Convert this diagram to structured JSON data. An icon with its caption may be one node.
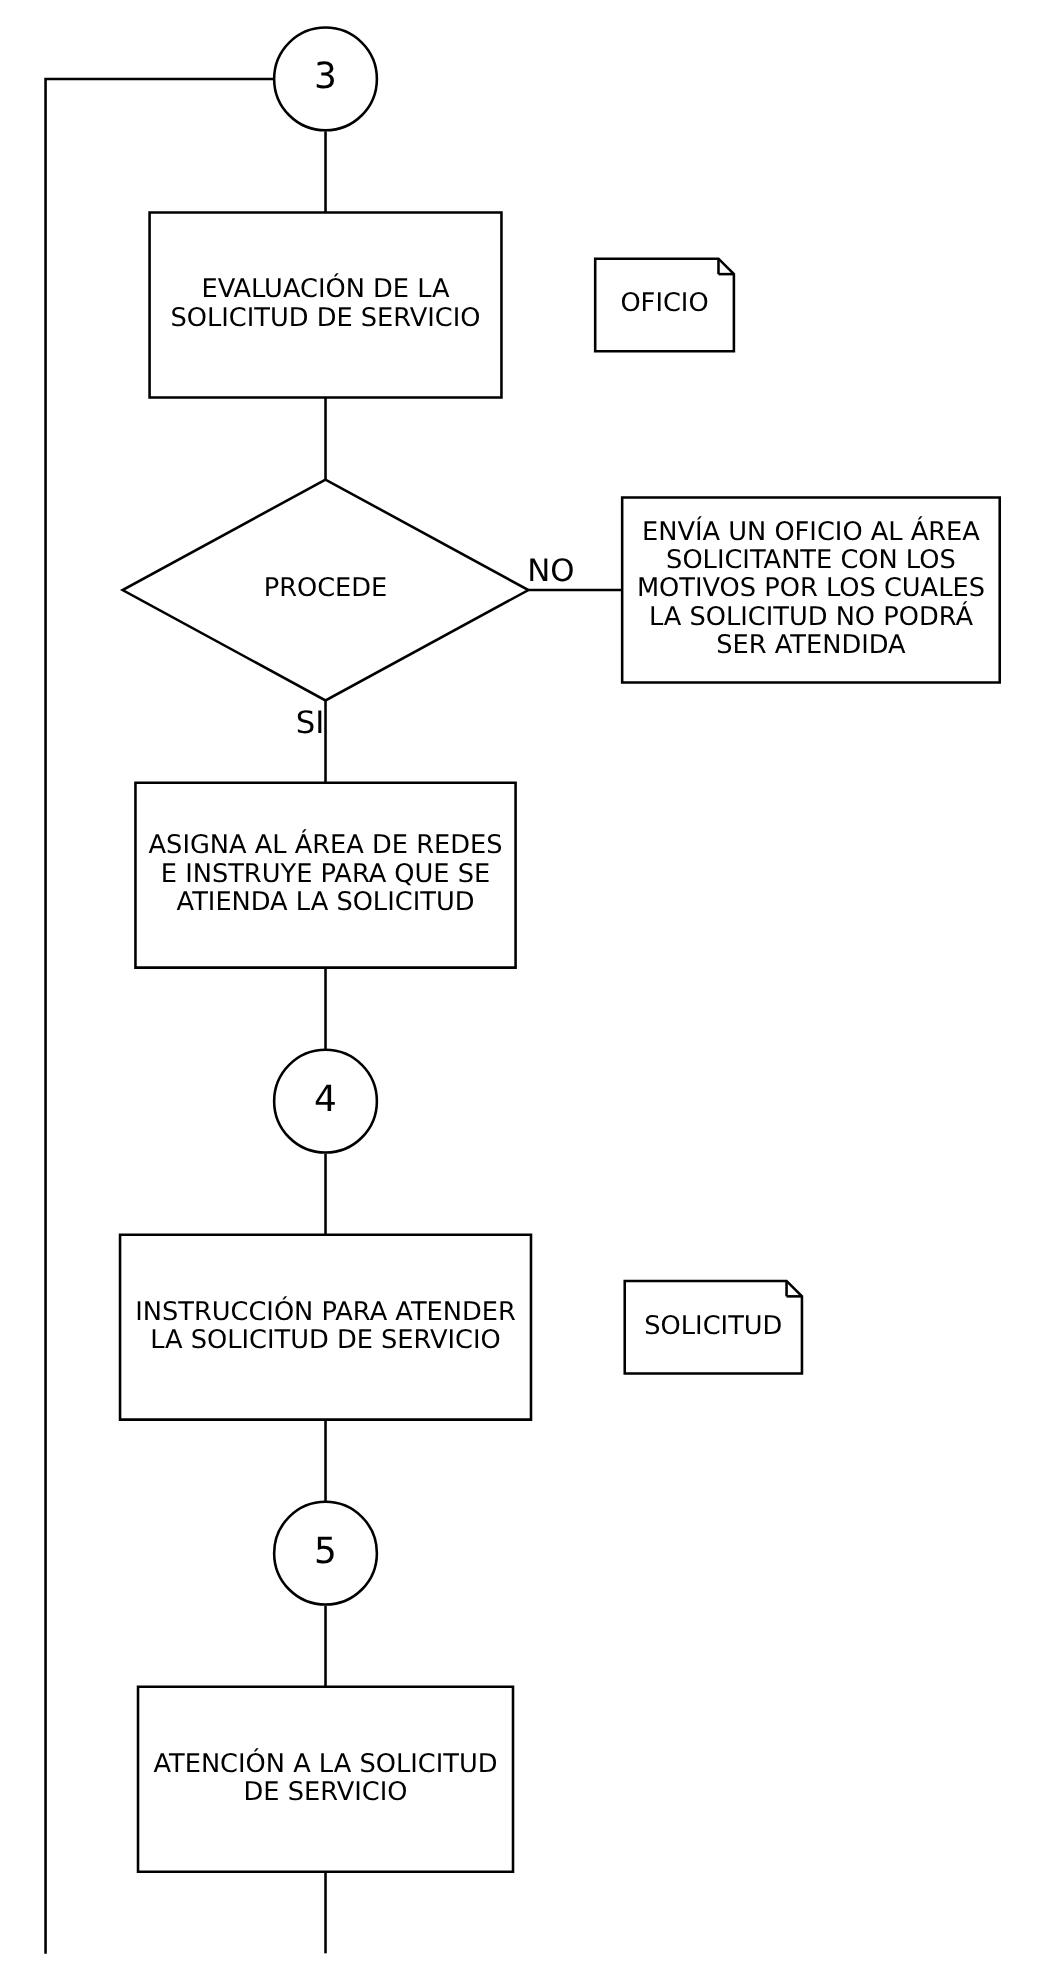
{
  "diagram": {
    "nodes": [
      {
        "text": [
          "3"
        ]
      },
      {
        "text": [
          "EVALUACIÓN DE LA SOLICITUD DE SERVICIO"
        ]
      },
      {
        "text": [
          "OFICIO"
        ]
      },
      {
        "text": [
          "PROCEDE"
        ]
      },
      {
        "text": [
          "ENVÍA UN OFICIO AL ÁREA SOLICITANTE CON LOS MOTIVOS POR LOS CUALES LA SOLICITUD NO PODRÁ SER ATENDIDA"
        ]
      },
      {
        "text": [
          "ASIGNA AL ÁREA DE REDES E INSTRUYE PARA QUE SE ATIENDA LA SOLICITUD"
        ]
      },
      {
        "text": [
          "4"
        ]
      },
      {
        "text": [
          "INSTRUCCIÓN PARA ATENDER LA SOLICITUD DE SERVICIO"
        ]
      },
      {
        "text": [
          "SOLICITUD"
        ]
      },
      {
        "text": [
          "5"
        ]
      },
      {
        "text": [
          "ATENCIÓN A LA SOLICITUD DE SERVICIO"
        ]
      }
    ],
    "edges": [
      {
        "from": null,
        "to": 0,
        "arrow": "none"
      },
      {
        "from": 0,
        "to": 1,
        "arrow": "none"
      },
      {
        "from": 1,
        "to": 3,
        "arrow": "none"
      },
      {
        "from": 3,
        "to": 4,
        "label": "NO",
        "arrow": "none"
      },
      {
        "from": 3,
        "to": 5,
        "label": "SI",
        "arrow": "none"
      },
      {
        "from": 5,
        "to": 6,
        "arrow": "none"
      },
      {
        "from": 6,
        "to": 7,
        "arrow": "none"
      },
      {
        "from": 7,
        "to": 9,
        "arrow": "none"
      },
      {
        "from": 9,
        "to": 10,
        "arrow": "none"
      },
      {
        "from": 10,
        "to": null,
        "arrow": "none"
      }
    ]
  }
}
